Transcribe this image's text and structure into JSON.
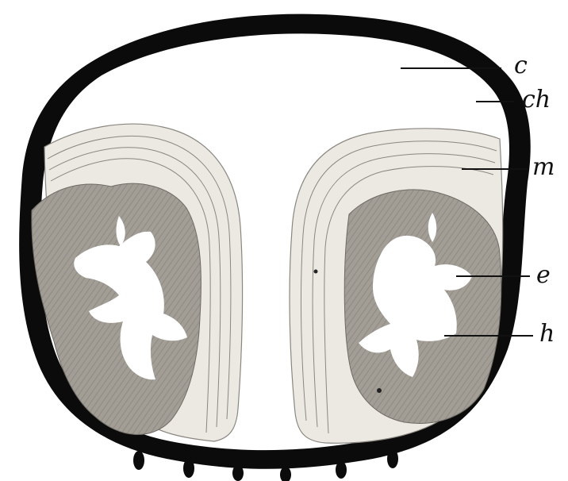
{
  "labels": {
    "c": "c",
    "ch": "ch",
    "m": "m",
    "e": "e",
    "h": "h"
  },
  "colors": {
    "outline": "#0b0b0b",
    "cavity": "#ffffff",
    "tract_fill": "#ece9e2",
    "tract_line": "#8a8680",
    "cortex": "#9c9890",
    "cortex_light": "#b9b5ad",
    "white_matter": "#ffffff"
  }
}
